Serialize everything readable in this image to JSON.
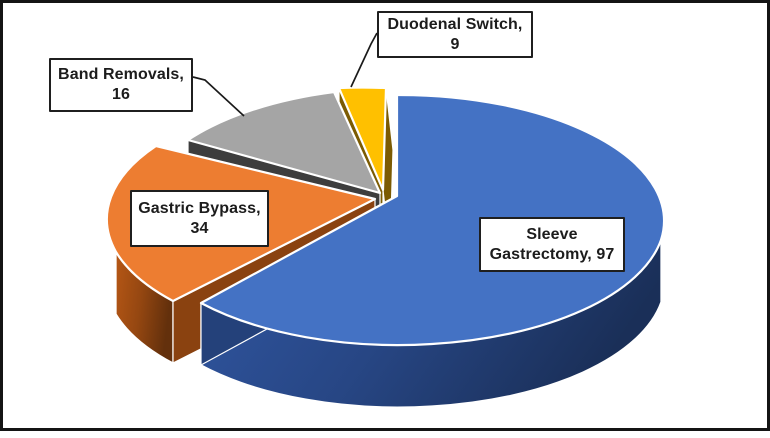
{
  "chart": {
    "background_color": "#FFFFFF",
    "border_color": "#141414",
    "callouts": [
      {
        "id": "duodenal-switch",
        "lines": [
          "Duodenal Switch,",
          "9"
        ]
      },
      {
        "id": "band-removals",
        "lines": [
          "Band Removals,",
          "16"
        ]
      },
      {
        "id": "gastric-bypass",
        "lines": [
          "Gastric Bypass,",
          "34"
        ]
      },
      {
        "id": "sleeve-gastrectomy",
        "lines": [
          "Sleeve",
          "Gastrectomy, 97"
        ]
      }
    ]
  },
  "chart_data": {
    "type": "pie",
    "variant": "3d-exploded",
    "title": "",
    "categories": [
      "Sleeve Gastrectomy",
      "Gastric Bypass",
      "Band Removals",
      "Duodenal Switch"
    ],
    "values": [
      97,
      34,
      16,
      9
    ],
    "total": 156,
    "percentages": [
      62.2,
      21.8,
      10.3,
      5.8
    ],
    "colors": [
      "#4472C4",
      "#ED7D31",
      "#A5A5A5",
      "#FFC000"
    ],
    "side_colors": [
      "#24417A",
      "#8A4210",
      "#3D3D3D",
      "#7C5B02"
    ],
    "start_angle_deg": 0,
    "direction": "clockwise",
    "legend": "none",
    "data_labels": "category and value shown in white callout boxes with black borders"
  }
}
